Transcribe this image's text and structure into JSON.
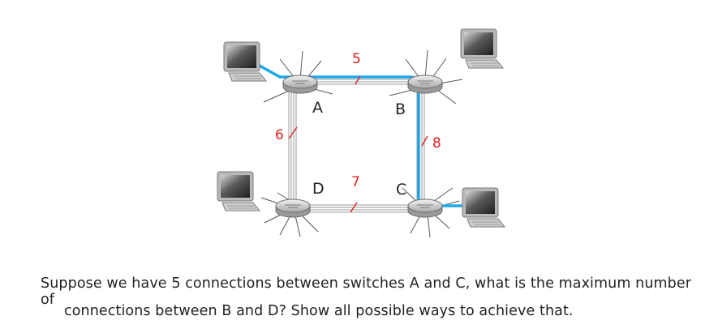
{
  "diagram": {
    "switches": [
      {
        "id": "A",
        "label": "A"
      },
      {
        "id": "B",
        "label": "B"
      },
      {
        "id": "C",
        "label": "C"
      },
      {
        "id": "D",
        "label": "D"
      }
    ],
    "links": [
      {
        "from": "A",
        "to": "B",
        "capacity": "5"
      },
      {
        "from": "B",
        "to": "C",
        "capacity": "8"
      },
      {
        "from": "C",
        "to": "D",
        "capacity": "7"
      },
      {
        "from": "D",
        "to": "A",
        "capacity": "6"
      }
    ],
    "colors": {
      "highlight_path": "#1ea7e8",
      "capacity_labels": "#e0201e",
      "link": "#8a8a8a"
    },
    "icons": [
      "computer-icon",
      "switch-icon"
    ]
  },
  "question": {
    "line1": "Suppose we have 5 connections between switches A and C, what is the maximum number of",
    "line2": "connections between B and D? Show all possible ways to achieve that."
  }
}
